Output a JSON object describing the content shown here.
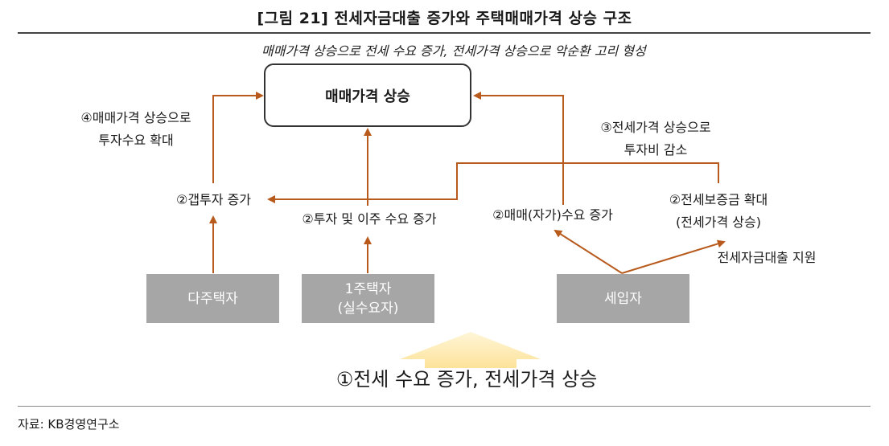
{
  "title": "[그림 21] 전세자금대출 증가와 주택매매가격 상승 구조",
  "subtitle": "매매가격 상승으로 전세 수요 증가, 전세가격 상승으로 악순환 고리 형성",
  "main_box": "매매가격 상승",
  "labels": {
    "l4_line1": "④매매가격 상승으로",
    "l4_line2": "투자수요 확대",
    "l3_line1": "③전세가격 상승으로",
    "l3_line2": "투자비 감소",
    "gap_invest": "②갭투자 증가",
    "invest_move": "②투자 및 이주 수요 증가",
    "buy_demand": "②매매(자가)수요 증가",
    "deposit_line1": "②전세보증금 확대",
    "deposit_line2": "(전세가격 상승)",
    "loan_support": "전세자금대출 지원"
  },
  "boxes": {
    "multi_owner": "다주택자",
    "single_owner_line1": "1주택자",
    "single_owner_line2": "(실수요자)",
    "tenant": "세입자"
  },
  "bottom": "①전세 수요 증가, 전세가격 상승",
  "source": "자료: KB경영연구소",
  "colors": {
    "arrow": "#b85a1c",
    "gray_box": "#a6a6a6",
    "big_arrow": "#fde9a3"
  }
}
